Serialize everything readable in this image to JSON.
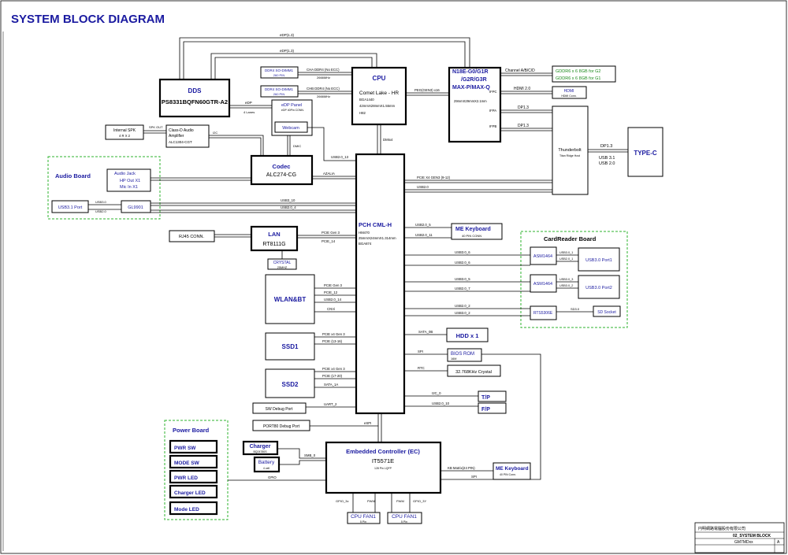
{
  "title": "SYSTEM BLOCK DIAGRAM",
  "blocks": {
    "dds": {
      "name": "DDS",
      "part": "PS8331BQFN60GTR-A2"
    },
    "dimm1": {
      "l1": "DDR4 SO-DIMM1",
      "l2": "260 PIN"
    },
    "dimm2": {
      "l1": "DDR4 SO-DIMM1",
      "l2": "260 PIN"
    },
    "cpu": {
      "name": "CPU",
      "sub": "Comet Lake - HR",
      "l3": "BGA1440",
      "l4": "42mmX28mmX1.55mm",
      "l5": "H82"
    },
    "gpu": {
      "l1": "N18E-G0/G1R",
      "l2": "/G2R/G3R",
      "l3": "MAX-P/MAX-Q",
      "l4": "29mmX29mmX2.1mm",
      "p1": "IFPC",
      "p2": "IFPA",
      "p3": "IFPB"
    },
    "gddr1": "GDDR6 x 6 8GB for G2",
    "gddr2": "GDDR6 x 6 8GB for G1",
    "hdmi": {
      "l1": "HDMI",
      "l2": "HDMI Conn."
    },
    "thunderbolt": {
      "l1": "Thunderbolt",
      "l2": "Titan Ridge Host"
    },
    "typec": "TYPE-C",
    "edp": {
      "l1": "eDP Panel",
      "l2": "eDP 40Pin CONN."
    },
    "webcam": "Webcam",
    "spk": {
      "l1": "Internal SPK",
      "l2": "4 R X 2"
    },
    "classd": {
      "l1": "Class-D Audio",
      "l2": "Amplifier",
      "l3": "ALC1304-CGT"
    },
    "codec": {
      "l1": "Codec",
      "l2": "ALC274-CG"
    },
    "audio_board": {
      "title": "Audio Board",
      "jack1": "Audio Jack",
      "jack2": "HP Out X1",
      "jack3": "Mic In X1",
      "usb_port": "USB3.1 Port",
      "gl": "GL9901"
    },
    "pch": {
      "l1": "PCH CML-H",
      "l2": "HM470",
      "l3": "25mmX24mmX1.314mm",
      "l4": "BGA874"
    },
    "me_kb_top": {
      "l1": "ME Keyboard",
      "l2": "40 PIN CONN"
    },
    "rj45": "RJ45 CONN.",
    "lan": {
      "l1": "LAN",
      "l2": "RT8111G"
    },
    "crystal": {
      "l1": "CRYSTAL",
      "l2": "25MHZ"
    },
    "wlan": "WLAN&BT",
    "ssd1": "SSD1",
    "ssd2": "SSD2",
    "card_board": {
      "title": "CardReader Board",
      "asm1": "ASM1464",
      "asm2": "ASM1464",
      "port1": "USB3.0 Port1",
      "port2": "USB3.0 Port2",
      "rts": "RTS5306E",
      "sd": "SD Socket"
    },
    "hdd": "HDD x 1",
    "bios": {
      "l1": "BIOS ROM",
      "l2": "16M"
    },
    "rtc_crystal": "32.768KHz Crystal",
    "tp": "T/P",
    "fp": "F/P",
    "sw_debug": "SW Debug Port",
    "port80": "PORT80 Debug Port",
    "power_board": {
      "title": "Power Board",
      "items": [
        "PWR SW",
        "MODE SW",
        "PWR LED",
        "Charger LED",
        "Mode LED"
      ]
    },
    "charger": {
      "l1": "Charger",
      "l2": "BQ24780S"
    },
    "battery": {
      "l1": "Battery",
      "l2": "4 cell"
    },
    "ec": {
      "l1": "Embedded Controller (EC)",
      "l2": "IT5571E",
      "l3": "128 Pin LQFP"
    },
    "me_kb_bottom": {
      "l1": "ME Keyboard",
      "l2": "40 PIN Conn."
    },
    "fan1": {
      "l1": "CPU FAN1",
      "l2": "5 Pin"
    },
    "fan2": {
      "l1": "CPU FAN1",
      "l2": "5 Pin"
    }
  },
  "signals": {
    "edp1": "eDP(1.3)",
    "edp2": "eDP(1.3)",
    "ch_a": "CHA DDR4 (No ECC)",
    "ch_a_f": "2666MHz",
    "ch_b": "CHB DDR4 (No ECC)",
    "ch_b_f": "2666MHz",
    "peg": "PEG(GEN3) x16",
    "dds_edp": "eDP",
    "dds_lanes": "4 Lanes",
    "gpu_ch": "Channel A/B/C/D",
    "gpu_hdmi": "HDMI 2.0",
    "dp1": "DP1.3",
    "dp2": "DP1.3",
    "dp3": "DP1.3",
    "usb31": "USB 3.1",
    "usb20": "USB 2.0",
    "spk_out": "SPK OUT",
    "i2c": "I2C",
    "dmic": "DMIC",
    "usb_webcam": "USB2.0_13",
    "dmi": "DMIx4",
    "azalia": "AZALIA",
    "pcie_tb": "PCIE X4 GEN3 (9-12)",
    "usb_tb": "USB2.0",
    "usb_audio1": "USB3.0",
    "usb_audio2": "USB2.0",
    "usb_audio3": "USB3_10",
    "usb_audio4": "USB2.0_4",
    "usb_mekb1": "USB2.0_5",
    "usb_mekb2": "USB2.0_11",
    "lan_pcie1": "PCIE Gen 3",
    "lan_pcie2": "PCIE_14",
    "card_usb1": "USB3.0_6",
    "card_usb2": "USB2.0_6",
    "card_usb3": "USB3.0_1",
    "card_usb4": "USB2.0_1",
    "card_usb5": "USB3.0_5",
    "card_usb6": "USB2.0_7",
    "card_usb7": "USB3.0_3",
    "card_usb8": "USB3.0_2",
    "card_usb9": "USB2.0_2",
    "card_usb10": "USB3.0_2",
    "rts_sd": "SD3.0",
    "wlan1": "PCIE Gen 3",
    "wlan2": "PCIE_12",
    "wlan3": "USB2.0_14",
    "wlan4": "CNVi",
    "ssd1_a": "PCIE x4 Gen 3",
    "ssd1_b": "PCIE (13-16)",
    "ssd2_a": "PCIE x4 Gen 3",
    "ssd2_b": "PCIE (17-20)",
    "ssd2_c": "SATA_1A",
    "sata_hdd": "SATA_0B",
    "spi": "SPI",
    "rtc": "RTC",
    "i2c_tp": "I2C_0",
    "usb_fp": "USB2.0_10",
    "uart": "UART_2",
    "espi": "eSPI",
    "smb": "SMB_0",
    "gpio_pwr": "GPIO",
    "kb_matrix": "KB Matrix(24 PIN)",
    "kb_spi": "SPI",
    "gpio_fan1": "GPIO_3x",
    "pwm1": "PWM",
    "pwm2": "PWM",
    "gpio_fan2": "GPIO_3Y"
  },
  "title_block": {
    "company": "円明網路電腦股份有限公司",
    "sheet_title": "02_SYSTEM BLOCK",
    "project": "GM7MDxx",
    "rev": "A"
  }
}
